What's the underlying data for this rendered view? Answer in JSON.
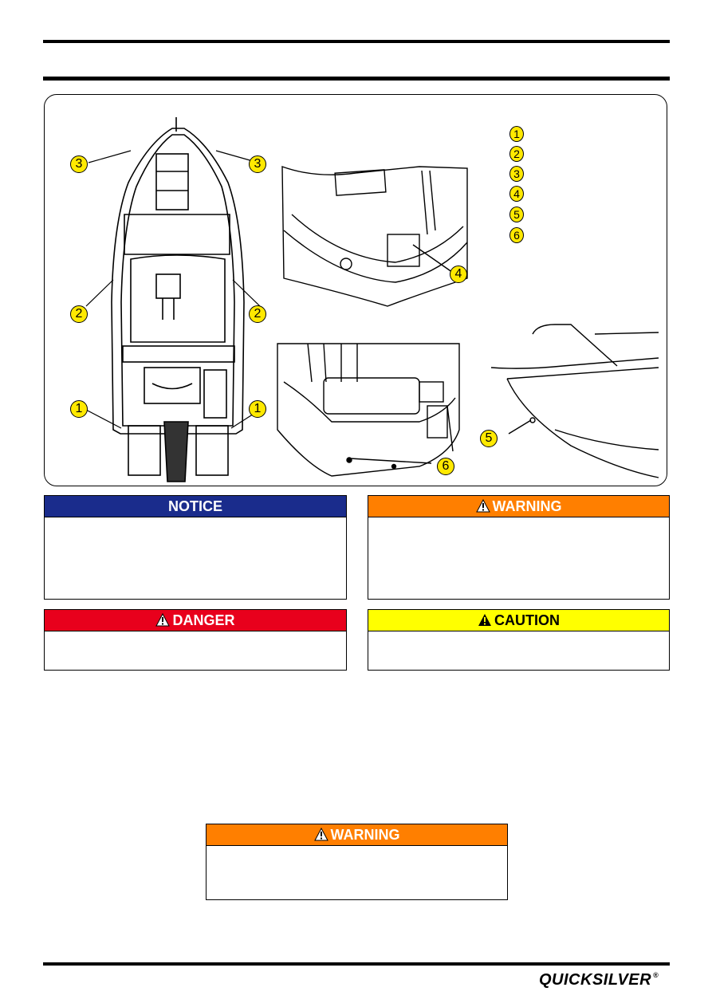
{
  "figure": {
    "callouts": [
      "1",
      "2",
      "3",
      "4",
      "5",
      "6"
    ]
  },
  "legend": {
    "numbers": [
      "1",
      "2",
      "3",
      "4",
      "5",
      "6"
    ]
  },
  "notices": {
    "notice": {
      "label": "NOTICE",
      "color": "#1a2c8c",
      "text_color": "#ffffff"
    },
    "warning": {
      "label": "WARNING",
      "color": "#ff7f00",
      "text_color": "#ffffff"
    },
    "danger": {
      "label": "DANGER",
      "color": "#e8001c",
      "text_color": "#ffffff"
    },
    "caution": {
      "label": "CAUTION",
      "color": "#ffff00",
      "text_color": "#000000"
    },
    "warning_bottom": {
      "label": "WARNING",
      "color": "#ff7f00",
      "text_color": "#ffffff"
    }
  },
  "footer": {
    "brand": "QUICKSILVER",
    "registered": "®"
  }
}
